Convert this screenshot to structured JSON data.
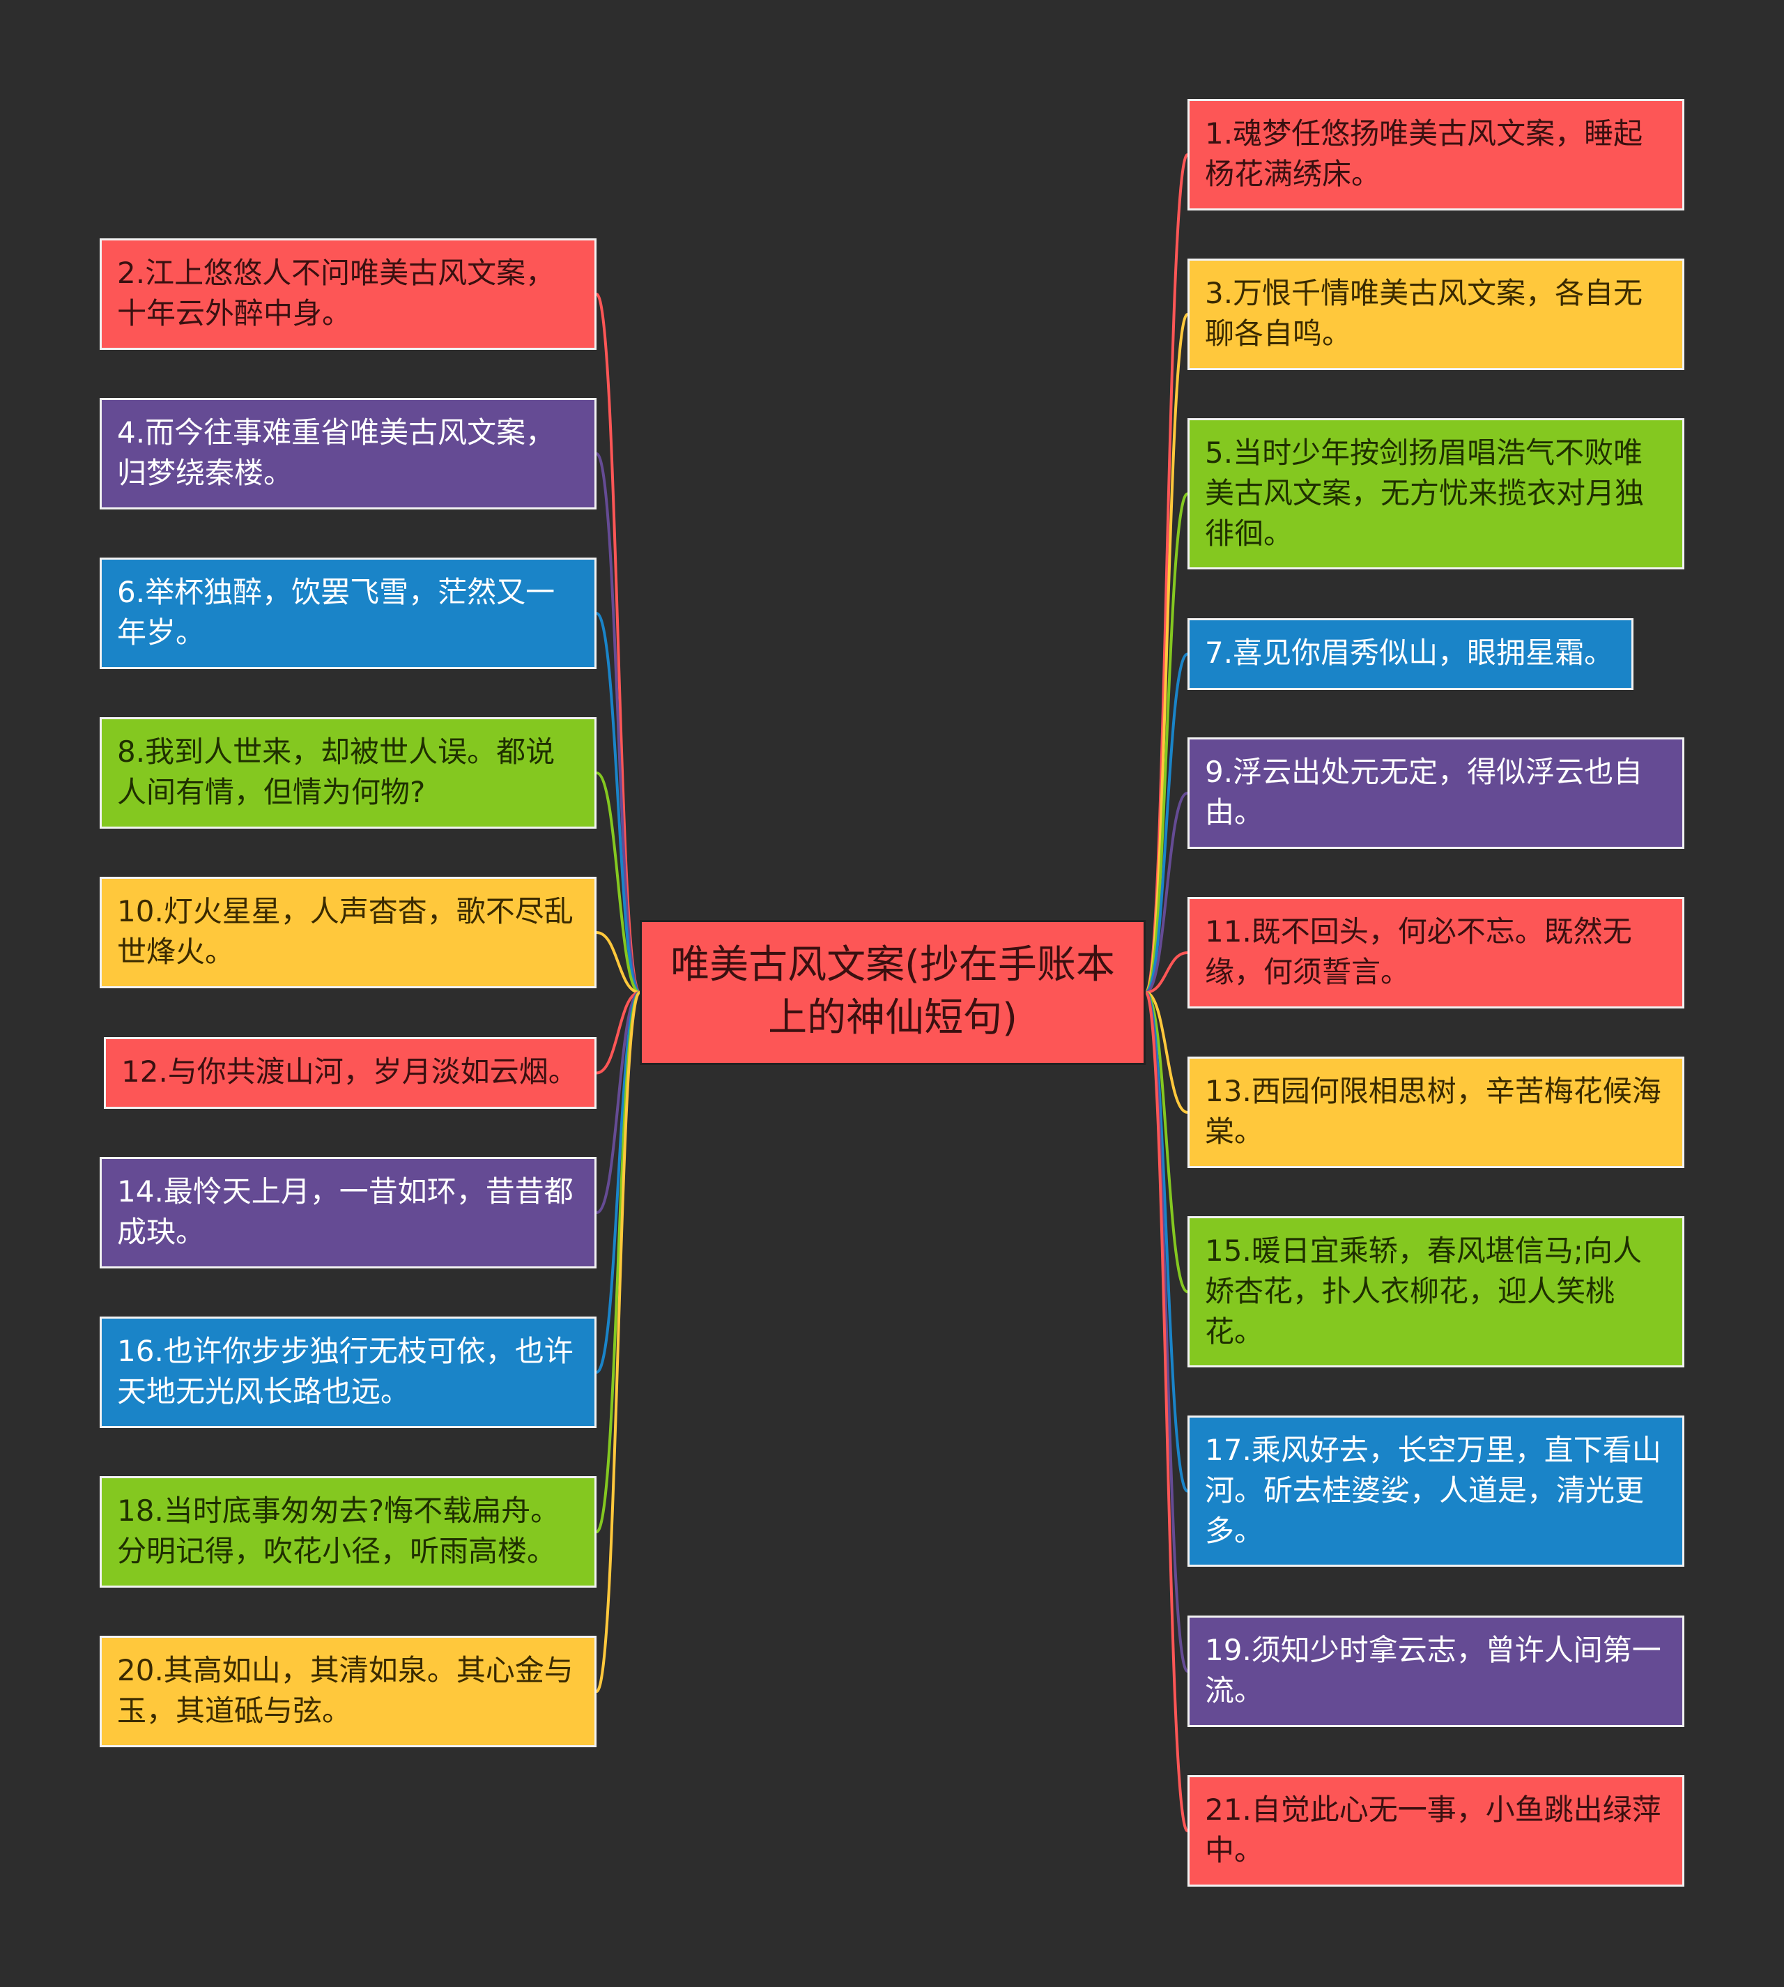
{
  "center": {
    "text": "唯美古风文案(抄在手账本上的神仙短句)"
  },
  "colors": {
    "red": "#fd5656",
    "yellow": "#ffc83c",
    "purple": "#654b94",
    "blue": "#1a84c8",
    "green": "#84c820",
    "background": "#2d2d2d"
  },
  "left_nodes": [
    {
      "text": "2.江上悠悠人不问唯美古风文案，十年云外醉中身。",
      "color": "red"
    },
    {
      "text": "4.而今往事难重省唯美古风文案，归梦绕秦楼。",
      "color": "purple"
    },
    {
      "text": "6.举杯独醉，饮罢飞雪，茫然又一年岁。",
      "color": "blue"
    },
    {
      "text": "8.我到人世来，却被世人误。都说人间有情，但情为何物?",
      "color": "green"
    },
    {
      "text": "10.灯火星星，人声杳杳，歌不尽乱世烽火。",
      "color": "yellow"
    },
    {
      "text": "12.与你共渡山河，岁月淡如云烟。",
      "color": "red"
    },
    {
      "text": "14.最怜天上月，一昔如环，昔昔都成玦。",
      "color": "purple"
    },
    {
      "text": "16.也许你步步独行无枝可依，也许天地无光风长路也远。",
      "color": "blue"
    },
    {
      "text": "18.当时底事匆匆去?悔不载扁舟。分明记得，吹花小径，听雨高楼。",
      "color": "green"
    },
    {
      "text": "20.其高如山，其清如泉。其心金与玉，其道砥与弦。",
      "color": "yellow"
    }
  ],
  "right_nodes": [
    {
      "text": "1.魂梦任悠扬唯美古风文案，睡起杨花满绣床。",
      "color": "red"
    },
    {
      "text": "3.万恨千情唯美古风文案，各自无聊各自鸣。",
      "color": "yellow"
    },
    {
      "text": "5.当时少年按剑扬眉唱浩气不败唯美古风文案，无方忧来揽衣对月独徘徊。",
      "color": "green"
    },
    {
      "text": "7.喜见你眉秀似山，眼拥星霜。",
      "color": "blue"
    },
    {
      "text": "9.浮云出处元无定，得似浮云也自由。",
      "color": "purple"
    },
    {
      "text": "11.既不回头，何必不忘。既然无缘，何须誓言。",
      "color": "red"
    },
    {
      "text": "13.西园何限相思树，辛苦梅花候海棠。",
      "color": "yellow"
    },
    {
      "text": "15.暖日宜乘轿，春风堪信马;向人娇杏花，扑人衣柳花，迎人笑桃花。",
      "color": "green"
    },
    {
      "text": "17.乘风好去，长空万里，直下看山河。斫去桂婆娑，人道是，清光更多。",
      "color": "blue"
    },
    {
      "text": "19.须知少时拿云志，曾许人间第一流。",
      "color": "purple"
    },
    {
      "text": "21.自觉此心无一事，小鱼跳出绿萍中。",
      "color": "red"
    }
  ]
}
